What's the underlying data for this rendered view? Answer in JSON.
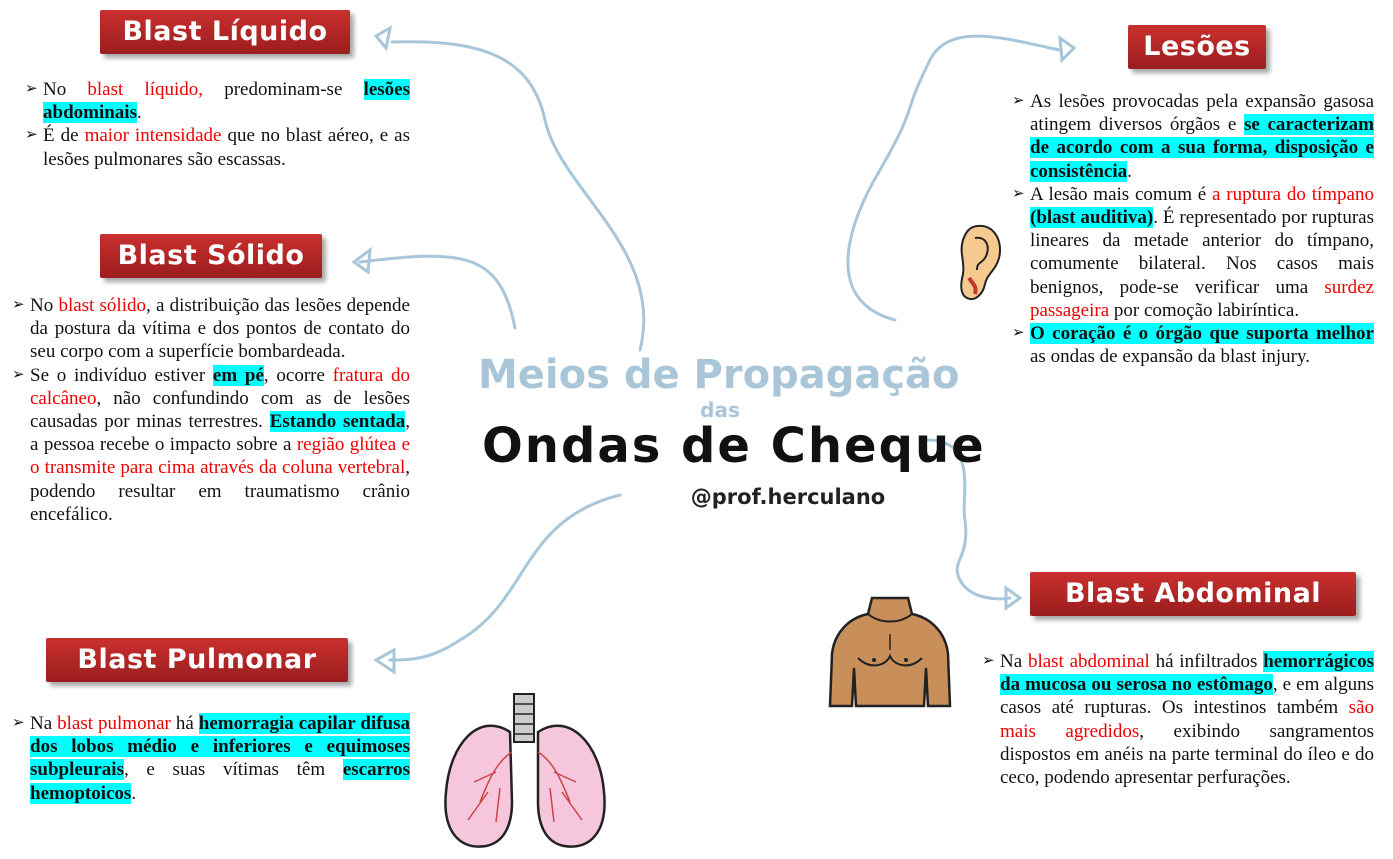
{
  "center": {
    "line1": "Meios de Propagação",
    "line2": "das",
    "line3": "Ondas de Cheque",
    "handle": "@prof.herculano"
  },
  "colors": {
    "label_red": "#c9302f",
    "highlight": "#00ffff",
    "connector": "#a8c6d9",
    "emphasis_red": "#e00000"
  },
  "sections": {
    "liquido": {
      "title": "Blast Líquido",
      "items": [
        [
          {
            "t": "No "
          },
          {
            "t": "blast líquido,",
            "s": "red"
          },
          {
            "t": " predominam-se "
          },
          {
            "t": "lesões abdominais",
            "s": "hl"
          },
          {
            "t": "."
          }
        ],
        [
          {
            "t": "É de "
          },
          {
            "t": "maior intensidade",
            "s": "red"
          },
          {
            "t": " que no blast aéreo, e as lesões pulmonares são escassas."
          }
        ]
      ]
    },
    "solido": {
      "title": "Blast Sólido",
      "items": [
        [
          {
            "t": "No "
          },
          {
            "t": "blast sólido",
            "s": "red"
          },
          {
            "t": ", a distribuição das lesões depende da postura da vítima e dos pontos de contato do seu corpo com a superfície bombardeada."
          }
        ],
        [
          {
            "t": "Se o indivíduo estiver "
          },
          {
            "t": "em pé",
            "s": "hl"
          },
          {
            "t": ", ocorre "
          },
          {
            "t": "fratura do calcâneo",
            "s": "red"
          },
          {
            "t": ", não confundindo com as de lesões causadas por minas terrestres. "
          },
          {
            "t": "Estando sentada",
            "s": "hl"
          },
          {
            "t": ", a pessoa recebe o impacto sobre a "
          },
          {
            "t": "região glútea e o transmite para cima através da coluna vertebral",
            "s": "red"
          },
          {
            "t": ", podendo resultar em traumatismo crânio encefálico."
          }
        ]
      ]
    },
    "pulmonar": {
      "title": "Blast Pulmonar",
      "items": [
        [
          {
            "t": "Na "
          },
          {
            "t": "blast pulmonar",
            "s": "red"
          },
          {
            "t": " há "
          },
          {
            "t": "hemorragia capilar difusa dos lobos médio e inferiores e equimoses subpleurais",
            "s": "hl"
          },
          {
            "t": ", e suas vítimas têm "
          },
          {
            "t": "escarros hemoptoicos",
            "s": "hl"
          },
          {
            "t": "."
          }
        ]
      ]
    },
    "lesoes": {
      "title": "Lesões",
      "items": [
        [
          {
            "t": "As lesões provocadas pela expansão gasosa atingem diversos órgãos e "
          },
          {
            "t": "se caracterizam de acordo com a sua forma, disposição e consistência",
            "s": "hl"
          },
          {
            "t": "."
          }
        ],
        [
          {
            "t": "A lesão mais comum é "
          },
          {
            "t": "a ruptura do tímpano",
            "s": "red"
          },
          {
            "t": " "
          },
          {
            "t": "(blast auditiva)",
            "s": "hl"
          },
          {
            "t": ". É representado por rupturas lineares da metade anterior do tímpano, comumente bilateral. Nos casos mais benignos, pode-se verificar uma "
          },
          {
            "t": "surdez passageira",
            "s": "red"
          },
          {
            "t": " por comoção labiríntica."
          }
        ],
        [
          {
            "t": "O coração é o órgão que suporta melhor",
            "s": "hl"
          },
          {
            "t": " as ondas de expansão da blast injury."
          }
        ]
      ]
    },
    "abdominal": {
      "title": "Blast Abdominal",
      "items": [
        [
          {
            "t": "Na "
          },
          {
            "t": "blast abdominal",
            "s": "red"
          },
          {
            "t": " há infiltrados "
          },
          {
            "t": "hemorrágicos da mucosa ou serosa no estômago",
            "s": "hl"
          },
          {
            "t": ", e em alguns casos até rupturas. Os intestinos também "
          },
          {
            "t": "são mais agredidos",
            "s": "red"
          },
          {
            "t": ", exibindo sangramentos dispostos em anéis na parte terminal do íleo e do ceco, podendo apresentar perfurações."
          }
        ]
      ]
    }
  },
  "illustrations": [
    "ear-icon",
    "lungs-icon",
    "torso-icon"
  ]
}
